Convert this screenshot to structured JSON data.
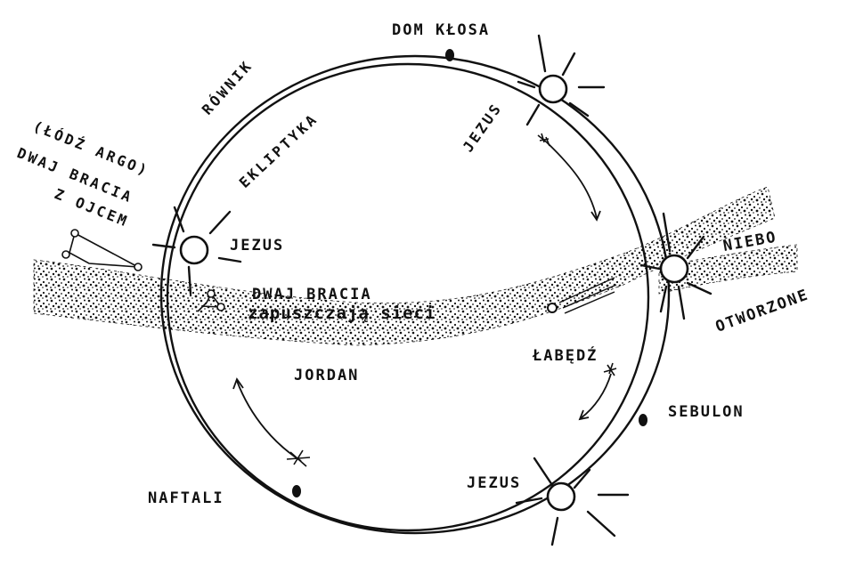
{
  "labels": {
    "dom_klosa": "DOM KŁOSA",
    "rownik": "RÓWNIK",
    "ekliptyka": "EKLIPTYKA",
    "lodz_argo": "(ŁÓDŹ ARGO)",
    "dwaj_bracia_ojcem_1": "DWAJ BRACIA",
    "dwaj_bracia_ojcem_2": "Z OJCEM",
    "jezus_top": "JEZUS",
    "jezus_left": "JEZUS",
    "jezus_bottom": "JEZUS",
    "dwaj_bracia_2": "DWAJ BRACIA",
    "zapuszczaja_sieci": "zapuszczają sieci",
    "jordan": "JORDAN",
    "labedz": "ŁABĘDŹ",
    "niebo": "NIEBO",
    "otworzone": "OTWORZONE",
    "sebulon": "SEBULON",
    "naftali": "NAFTALI"
  },
  "colors": {
    "ink": "#111111",
    "paper": "#ffffff"
  },
  "icons": {
    "sun": "sun-icon",
    "arrow": "arrow-icon",
    "constellation": "constellation-icon"
  }
}
